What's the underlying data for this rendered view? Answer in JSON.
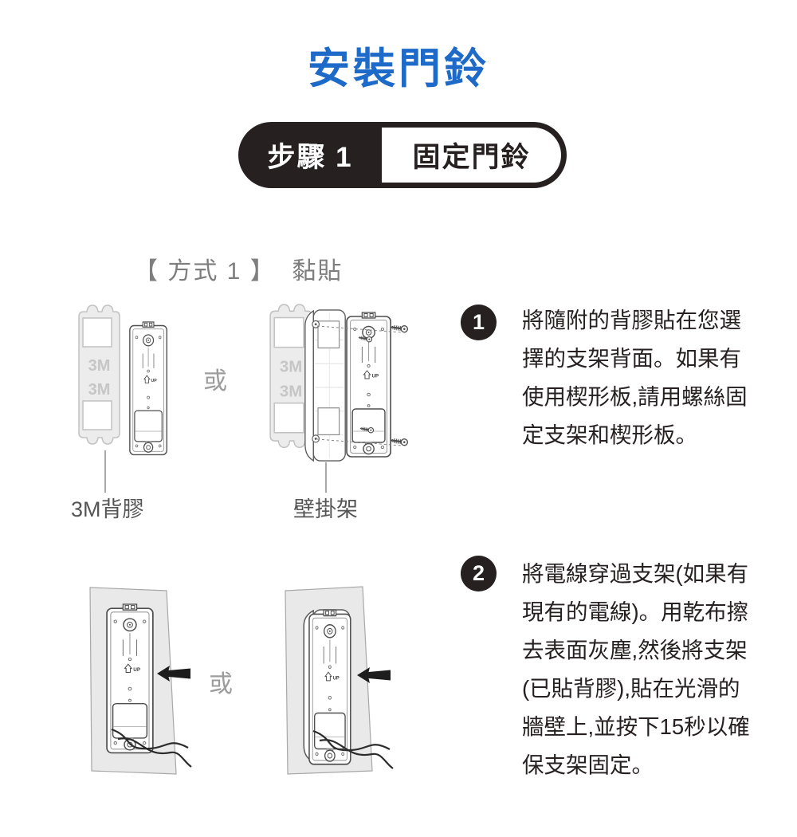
{
  "page": {
    "title": "安裝門鈴"
  },
  "step_badge": {
    "step": "步驟 1",
    "name": "固定門鈴"
  },
  "method": {
    "heading": "【 方式 1 】  黏貼"
  },
  "diagram_top": {
    "or": "或",
    "sheet_mark": "3M",
    "up": "UP",
    "adhesive_label": "3M背膠",
    "mount_label": "壁掛架"
  },
  "instructions": [
    {
      "num": "1",
      "text": "將隨附的背膠貼在您選擇的支架背面。如果有使用楔形板,請用螺絲固定支架和楔形板。"
    },
    {
      "num": "2",
      "text": "將電線穿過支架(如果有現有的電線)。用乾布擦去表面灰塵,然後將支架(已貼背膠),貼在光滑的牆壁上,並按下15秒以確保支架固定。"
    }
  ],
  "diagram_bottom": {
    "or": "或"
  },
  "colors": {
    "accent_blue": "#1e6ac8",
    "ink_black": "#262021",
    "gray_text": "#7e7e7e"
  }
}
